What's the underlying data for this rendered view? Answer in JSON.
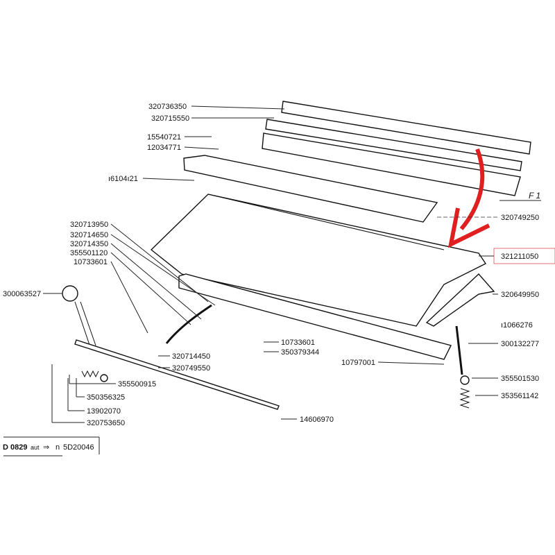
{
  "labels": {
    "p320736350": "320736350",
    "p320715550": "320715550",
    "p15540721": "15540721",
    "p12034771": "12034771",
    "p16104121": "ı6104ı21",
    "p320713950": "320713950",
    "p320714650": "320714650",
    "p320714350": "320714350",
    "p355501120": "355501120",
    "p10733601a": "10733601",
    "p300063527": "300063527",
    "p320749250": "320749250",
    "p321211050": "321211050",
    "p320649950": "320649950",
    "p11066276": "ı1066276",
    "p300132277": "300132277",
    "p10733601b": "10733601",
    "p350379344": "350379344",
    "p10797001": "10797001",
    "p320714450": "320714450",
    "p320749550": "320749550",
    "p355500915": "355500915",
    "p350356325": "350356325",
    "p13902070": "13902070",
    "p320753650": "320753650",
    "p14606970": "14606970",
    "p355501530": "355501530",
    "p353561142": "353561142",
    "view_f1": "F 1"
  },
  "footer": {
    "code": "D 0829",
    "aut": "aut",
    "arrow": "⇒",
    "n": "n",
    "serial": "5D20046"
  },
  "colors": {
    "highlight": "#e02020",
    "box": "#e07070"
  }
}
